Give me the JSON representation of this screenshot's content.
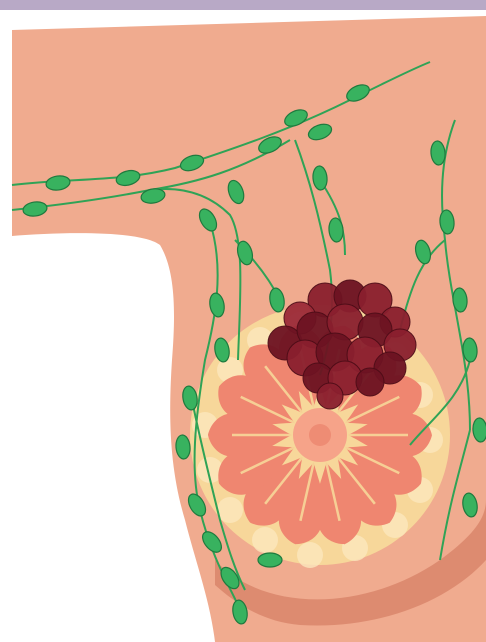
{
  "illustration": {
    "colors": {
      "frame": "#b8a9c6",
      "background": "#ffffff",
      "skin": "#f0ab8f",
      "skin_shadow": "#dd8b70",
      "gland_fill": "#f7d79a",
      "gland_spots": "#fbe7bd",
      "lobe": "#ef8670",
      "areola": "#f6a389",
      "nipple": "#ee8c74",
      "lymph_vessel": "#2fa356",
      "lymph_node": "#38b25f",
      "lymph_node_edge": "#1f7a3e",
      "tumor_dark": "#6d1322",
      "tumor_mid": "#8a1f2e",
      "tumor_light": "#9c2a38"
    },
    "parts": [
      "skin",
      "mammary-gland",
      "lobules",
      "areola",
      "nipple",
      "lymph-vessels",
      "lymph-nodes",
      "tumor-cluster"
    ]
  }
}
